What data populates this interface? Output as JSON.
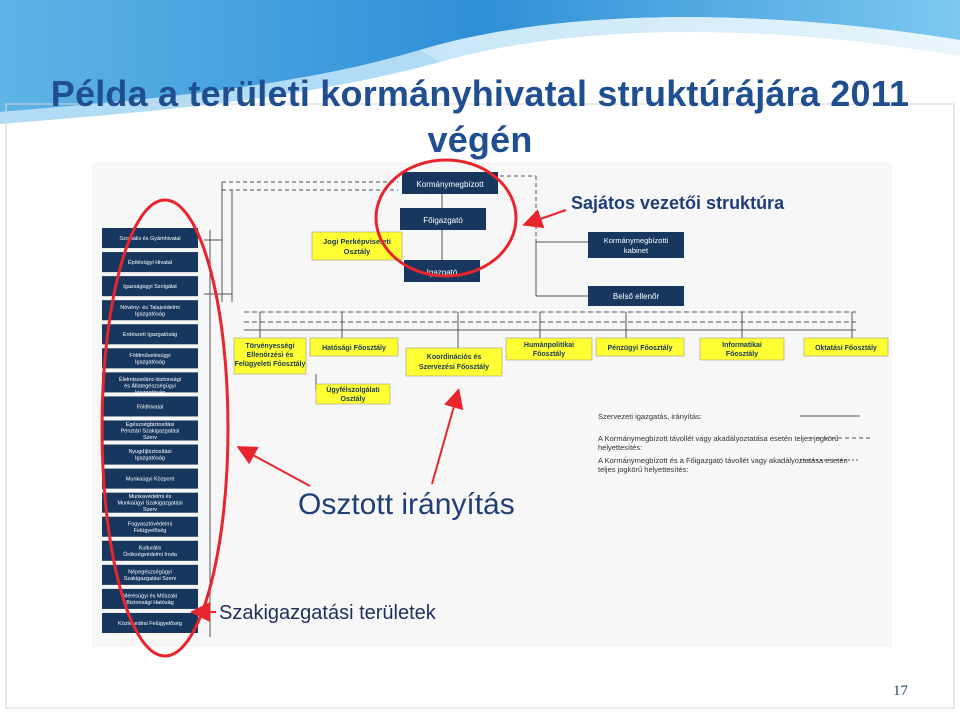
{
  "slide": {
    "title_line1": "Példa a területi kormányhivatal struktúrájára 2011",
    "title_line2": "végén",
    "page_number": "17"
  },
  "annotations": {
    "special_structure": "Sajátos vezetői struktúra",
    "shared_direction": "Osztott irányítás",
    "sector_areas": "Szakigazgatási területek"
  },
  "org_chart": {
    "top": "Kormánymegbízott",
    "deputy": "Főigazgató",
    "director": "Igazgató",
    "legal": "Jogi Perképviseleti Osztály",
    "cabinet": "Kormánymegbízotti kabinet",
    "audit": "Belső ellenőr",
    "departments": [
      "Törvényességi Ellenőrzési és Felügyeleti Főosztály",
      "Hatósági Főosztály",
      "Koordinációs és Szervezési Főosztály",
      "Humánpolitikai Főosztály",
      "Pénzügyi Főosztály",
      "Informatikai Főosztály",
      "Oktatási Főosztály"
    ],
    "customer_service": "Ügyfélszolgálati Osztály",
    "sector_offices": [
      "Szociális és Gyámhivatal",
      "Építésügyi Hivatal",
      "Igazságügyi Szolgálat",
      "Növény- és Talajvédelmi Igazgatóság",
      "Erdészeti Igazgatóság",
      "Földművelésügyi Igazgatóság",
      "Élelmiszerlánc-biztonsági és Állategészségügyi Igazgatóság",
      "Földhivatal",
      "Egészségbiztosítási Pénztári Szakigazgatási Szerv",
      "Nyugdíjbiztosítási Igazgatóság",
      "Munkaügyi Központ",
      "Munkavédelmi és Munkaügyi Szakigazgatási Szerv",
      "Fogyasztóvédelmi Felügyelőség",
      "Kulturális Örökségvédelmi Iroda",
      "Népegészségügyi Szakigazgatási Szerv",
      "Mérésügyi és Műszaki Biztonsági Hatóság",
      "Közlekedési Felügyelőség"
    ]
  },
  "legend": {
    "title": "Szervezeti igazgatás, irányítás:",
    "line1": "A Kormánymegbízott távollét vagy akadályoztatása esetén teljes jogkörű helyettesítés:",
    "line2": "A Kormánymegbízott és a Főigazgató távollét vagy akadályoztatása esetén teljes jogkörű helyettesítés:"
  },
  "colors": {
    "title": "#1f4f91",
    "navy_box": "#17375e",
    "yellow_box": "#ffff33",
    "highlight_red": "#e8252c",
    "connector": "#555555"
  }
}
